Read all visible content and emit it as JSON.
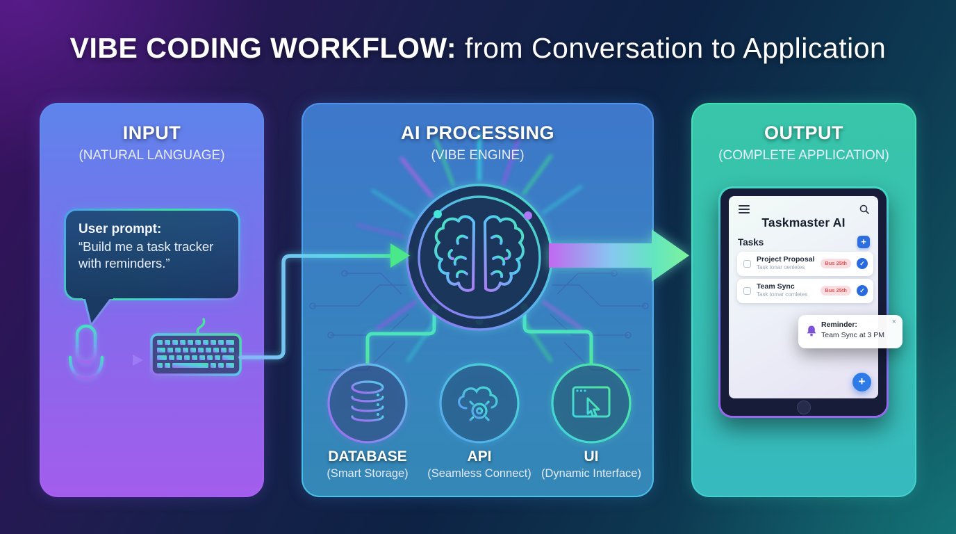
{
  "title": {
    "bold": "VIBE CODING WORKFLOW:",
    "rest": "from Conversation to Application"
  },
  "panels": {
    "input": {
      "title": "INPUT",
      "subtitle": "(NATURAL LANGUAGE)",
      "bubble": {
        "label": "User prompt:",
        "text": "“Build me a task tracker with reminders.”"
      }
    },
    "processing": {
      "title": "AI PROCESSING",
      "subtitle": "(VIBE ENGINE)",
      "nodes": [
        {
          "name": "DATABASE",
          "subtitle": "(Smart Storage)"
        },
        {
          "name": "API",
          "subtitle": "(Seamless Connect)"
        },
        {
          "name": "UI",
          "subtitle": "(Dynamic Interface)"
        }
      ]
    },
    "output": {
      "title": "OUTPUT",
      "subtitle": "(COMPLETE APPLICATION)",
      "app": {
        "title": "Taskmaster AI",
        "section": "Tasks",
        "add_button": "+",
        "fab": "+",
        "check_glyph": "✓",
        "tasks": [
          {
            "title": "Project Proposal",
            "subtitle": "Task tonar oenletes",
            "badge": "Bus 25th"
          },
          {
            "title": "Team Sync",
            "subtitle": "Task tomar comletes",
            "badge": "Bus 25th"
          }
        ],
        "notification": {
          "label": "Reminder:",
          "text": "Team Sync at 3 PM",
          "close": "×"
        }
      }
    }
  },
  "colors": {
    "accent_green": "#4ae88a",
    "accent_cyan": "#45e0d8",
    "accent_purple": "#a06bf2",
    "accent_blue": "#4e93ee",
    "badge_bg": "#fadde1",
    "badge_text": "#e05454",
    "app_blue": "#2e6fe0"
  }
}
